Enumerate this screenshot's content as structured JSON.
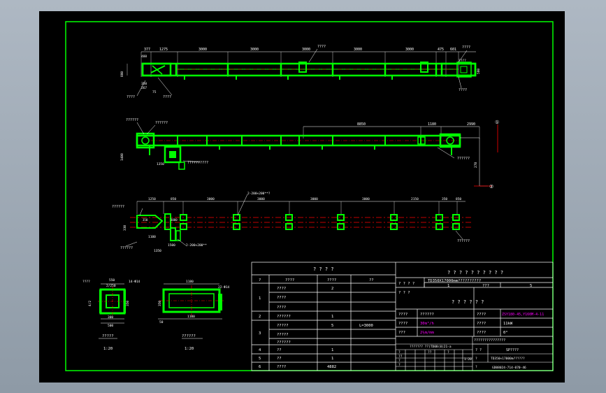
{
  "colors": {
    "frame": "#00ff00",
    "steel": "#00ff00",
    "dim": "#ffffff",
    "center": "#ff0000",
    "magenta": "#ff00ff",
    "background": "#000000"
  },
  "top_view": {
    "dims": [
      "377",
      "1275",
      "3000",
      "3000",
      "3000",
      "3000",
      "3000",
      "475",
      "601"
    ],
    "labels": [
      "????",
      "????",
      "????",
      "????",
      "????",
      "????"
    ],
    "small_dims": [
      "488",
      "880",
      "350",
      "267",
      "580",
      "75"
    ]
  },
  "side_view": {
    "dims": [
      "8850",
      "1180",
      "2990",
      "278",
      "1350",
      "1400"
    ],
    "labels": [
      "??????",
      "??????",
      "??????????",
      "??????"
    ],
    "markers": [
      "①",
      "②"
    ]
  },
  "plan_view": {
    "dims": [
      "1250",
      "850",
      "3000",
      "3000",
      "3000",
      "3000",
      "3000",
      "2150",
      "350",
      "850",
      "350",
      "330",
      "1100",
      "1350",
      "1500"
    ],
    "labels": [
      "??????",
      "??????",
      "??????"
    ],
    "notes": [
      "2-200×200**",
      "2-200×200**?"
    ]
  },
  "section_a": {
    "title": "?????",
    "scale": "1:20",
    "dims": [
      "????",
      "550",
      "2/250",
      "14-Φ14",
      "4/2",
      "350",
      "300",
      "500"
    ]
  },
  "section_b": {
    "title": "??????",
    "scale": "1:20",
    "dims": [
      "1180",
      "22-Φ14",
      "350",
      "50",
      "1100"
    ]
  },
  "parts_table": {
    "header": "? ? ? ?",
    "columns": [
      "?",
      "????",
      "????",
      "??"
    ],
    "rows": [
      {
        "no": "1",
        "cells": [
          [
            "????",
            "2",
            ""
          ],
          [
            "????",
            "",
            ""
          ],
          [
            "????",
            "",
            ""
          ]
        ]
      },
      {
        "no": "2",
        "cells": [
          [
            "??????",
            "1",
            ""
          ]
        ]
      },
      {
        "no": "3",
        "cells": [
          [
            "?????",
            "5",
            "L=3000"
          ],
          [
            "?????",
            "",
            ""
          ],
          [
            "??????",
            "",
            ""
          ]
        ]
      },
      {
        "no": "4",
        "cells": [
          [
            "??",
            "1",
            ""
          ]
        ]
      },
      {
        "no": "5",
        "cells": [
          [
            "??",
            "1",
            ""
          ]
        ]
      },
      {
        "no": "6",
        "cells": [
          [
            "????",
            "4882",
            ""
          ]
        ]
      }
    ]
  },
  "info_table": {
    "title": "? ? ? ? ? ? ? ? ? ?",
    "r1_label": "? ? ? ?",
    "r1_value": "TD350X17000mm??????????",
    "r2_label1": "? ? ?",
    "r2_value1": "1",
    "r2_label2": "???",
    "r2_value2": "5",
    "sub_title": "? ? ? ? ? ?",
    "spec_rows": [
      {
        "l1": "????",
        "v1": "??????",
        "l2": "????",
        "v2": "ZSY180-45,Y160M-4-11"
      },
      {
        "l1": "????",
        "v1": "30m³/h",
        "l2": "????",
        "v2": "11kW"
      },
      {
        "l1": "???",
        "v1": "2½m/mm",
        "l2": "????",
        "v2": "0°"
      }
    ]
  },
  "title_block": {
    "top": "???????????????",
    "sub": "???????  ??(TD08(0)21-a",
    "name_label": "? ?",
    "name_value": "SP????",
    "drawing": "TD350×17000m??????",
    "scale": "1:20",
    "code": "GD08024-714-070-46",
    "grid": [
      "?",
      "??",
      "?",
      "?",
      "??",
      "?",
      "?",
      "?"
    ]
  }
}
